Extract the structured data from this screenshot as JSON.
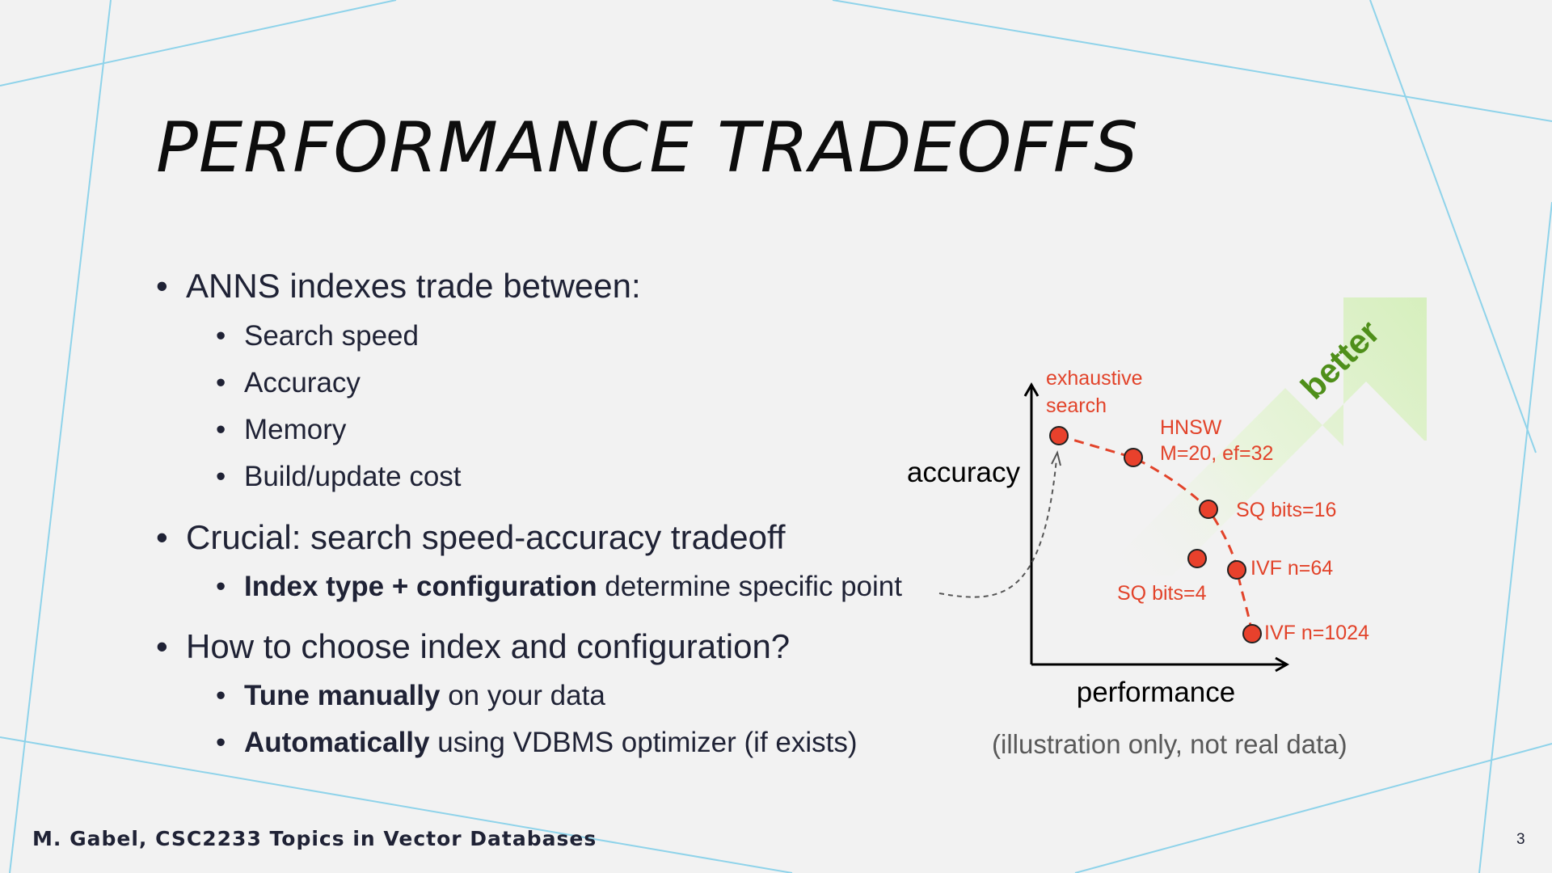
{
  "slide": {
    "title": "PERFORMANCE TRADEOFFS",
    "bullets": [
      {
        "text": "ANNS indexes trade between:",
        "sub": [
          "Search speed",
          "Accuracy",
          "Memory",
          "Build/update cost"
        ]
      },
      {
        "text": "Crucial: search speed-accuracy tradeoff",
        "sub_rich": [
          {
            "bold": "Index type + configuration",
            "rest": " determine specific point"
          }
        ]
      },
      {
        "text": "How to choose index and configuration?",
        "sub_rich": [
          {
            "bold": "Tune manually",
            "rest": " on your data"
          },
          {
            "bold": "Automatically",
            "rest": " using VDBMS optimizer (if exists)"
          }
        ]
      }
    ],
    "bullet_glyph": "•",
    "footer": "M. Gabel, CSC2233 Topics in Vector Databases",
    "page_number": "3",
    "caption": "(illustration only, not real data)"
  },
  "diagram": {
    "y_axis_label": "accuracy",
    "x_axis_label": "performance",
    "arrow_label": "better",
    "points": [
      {
        "name": "exhaustive-search",
        "label": [
          "exhaustive",
          "search"
        ]
      },
      {
        "name": "hnsw",
        "label": [
          "HNSW",
          "M=20, ef=32"
        ]
      },
      {
        "name": "sq-bits-16",
        "label": [
          "SQ bits=16"
        ]
      },
      {
        "name": "sq-bits-4",
        "label": [
          "SQ bits=4"
        ]
      },
      {
        "name": "ivf-n-64",
        "label": [
          "IVF n=64"
        ]
      },
      {
        "name": "ivf-n-1024",
        "label": [
          "IVF n=1024"
        ]
      }
    ],
    "colors": {
      "points": "#e8412c",
      "labels": "#e2432a",
      "arrow": "#dcefc7",
      "arrow_text": "#4f8f1a",
      "lines": "#7fd0e6"
    }
  }
}
